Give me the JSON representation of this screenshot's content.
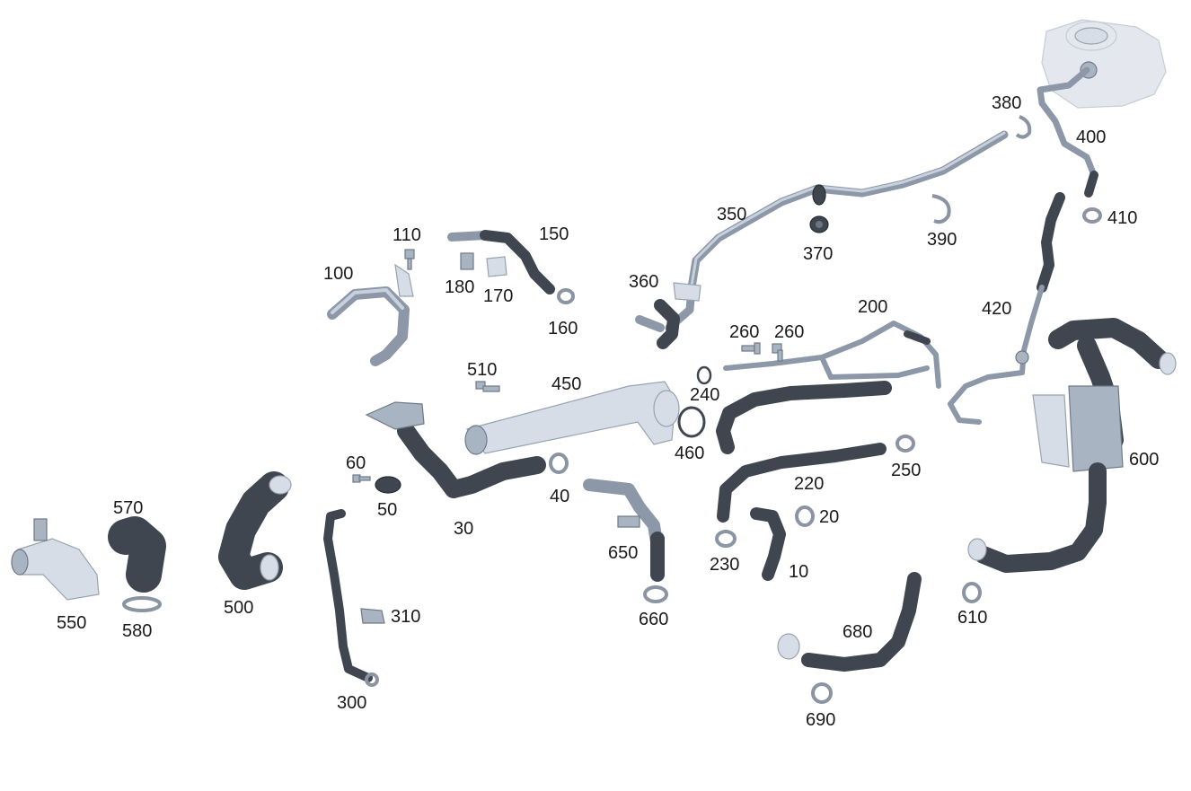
{
  "diagram": {
    "labels": {
      "p10": "10",
      "p20": "20",
      "p30": "30",
      "p40": "40",
      "p50": "50",
      "p60": "60",
      "p100": "100",
      "p110": "110",
      "p150": "150",
      "p160": "160",
      "p170": "170",
      "p180": "180",
      "p200": "200",
      "p220": "220",
      "p230": "230",
      "p240": "240",
      "p250": "250",
      "p260a": "260",
      "p260b": "260",
      "p300": "300",
      "p310": "310",
      "p350": "350",
      "p360": "360",
      "p370": "370",
      "p380": "380",
      "p390": "390",
      "p400": "400",
      "p410": "410",
      "p420": "420",
      "p450": "450",
      "p460": "460",
      "p500": "500",
      "p510": "510",
      "p550": "550",
      "p570": "570",
      "p580": "580",
      "p600": "600",
      "p610": "610",
      "p650": "650",
      "p660": "660",
      "p680": "680",
      "p690": "690"
    },
    "colors": {
      "hose_rubber": "#3f4650",
      "metal_pipe": "#8c98a8",
      "metal_part": "#a9b4c2",
      "reservoir_ghost": "#e4e8ee",
      "label_text": "#1a1a1a"
    }
  }
}
